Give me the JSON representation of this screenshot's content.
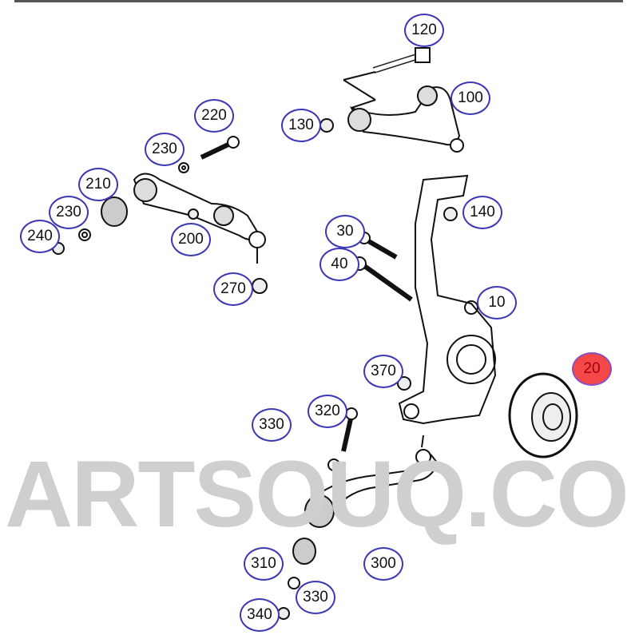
{
  "watermark": "ARTSOUQ.CO",
  "highlight_color": "#f44848",
  "callout_border_color": "#3c37b5",
  "callouts": [
    {
      "label": "120",
      "highlighted": false
    },
    {
      "label": "100",
      "highlighted": false
    },
    {
      "label": "130",
      "highlighted": false
    },
    {
      "label": "220",
      "highlighted": false
    },
    {
      "label": "230",
      "highlighted": false
    },
    {
      "label": "210",
      "highlighted": false
    },
    {
      "label": "230",
      "highlighted": false
    },
    {
      "label": "240",
      "highlighted": false
    },
    {
      "label": "200",
      "highlighted": false
    },
    {
      "label": "270",
      "highlighted": false
    },
    {
      "label": "30",
      "highlighted": false
    },
    {
      "label": "40",
      "highlighted": false
    },
    {
      "label": "140",
      "highlighted": false
    },
    {
      "label": "10",
      "highlighted": false
    },
    {
      "label": "20",
      "highlighted": true
    },
    {
      "label": "370",
      "highlighted": false
    },
    {
      "label": "320",
      "highlighted": false
    },
    {
      "label": "330",
      "highlighted": false
    },
    {
      "label": "300",
      "highlighted": false
    },
    {
      "label": "310",
      "highlighted": false
    },
    {
      "label": "330",
      "highlighted": false
    },
    {
      "label": "340",
      "highlighted": false
    }
  ]
}
